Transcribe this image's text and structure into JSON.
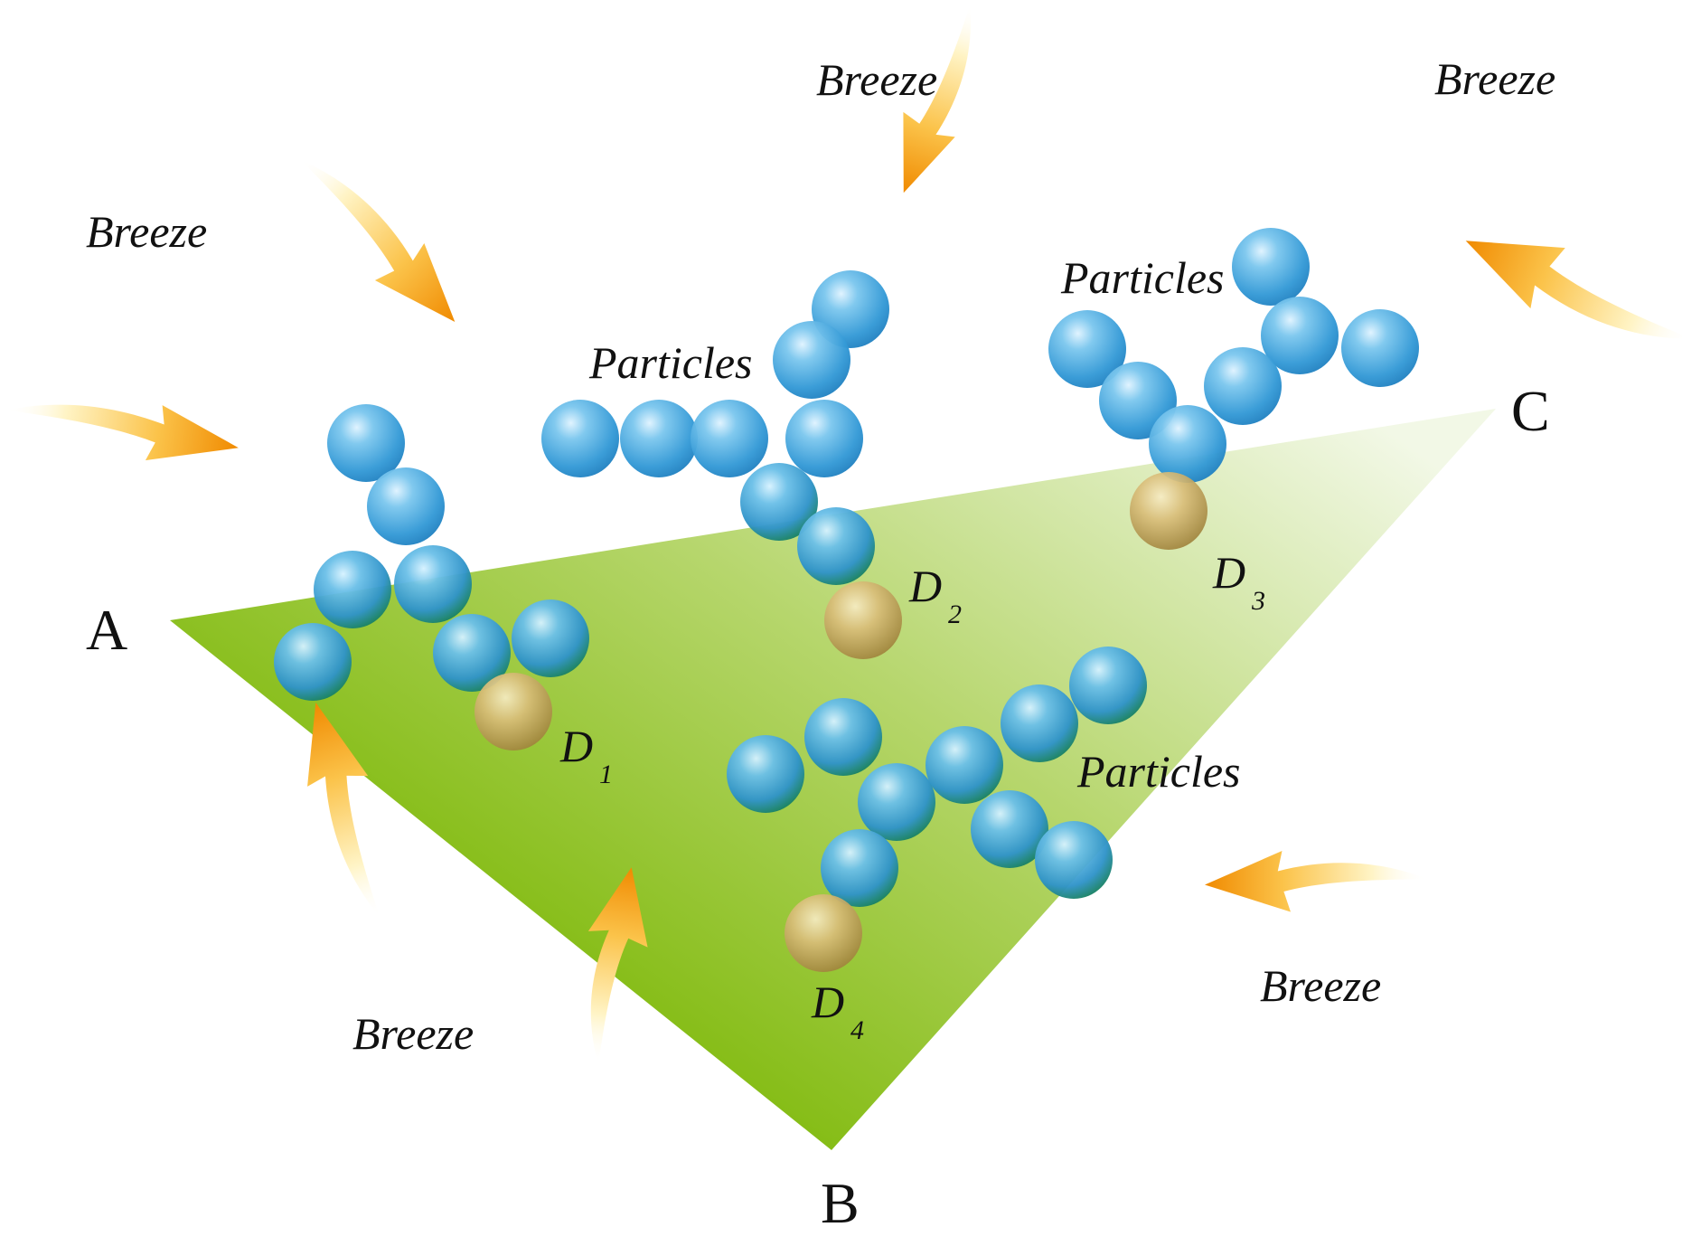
{
  "labels": {
    "breeze": "Breeze",
    "particles": "Particles",
    "vertex_a": "A",
    "vertex_b": "B",
    "vertex_c": "C",
    "d": "D",
    "d1_sub": "1",
    "d2_sub": "2",
    "d3_sub": "3",
    "d4_sub": "4"
  },
  "colors": {
    "plane_dark": "#8cc21f",
    "plane_light": "#eef5dd",
    "particle_blue": "#3fa3dc",
    "particle_highlight": "#d8f0ff",
    "particle_teal": "#1e8a6a",
    "deposit_tan": "#c2a55a",
    "arrow_orange": "#f39200",
    "arrow_yellow": "#fff3c4"
  },
  "icons": [
    "breeze-arrow-icon"
  ]
}
